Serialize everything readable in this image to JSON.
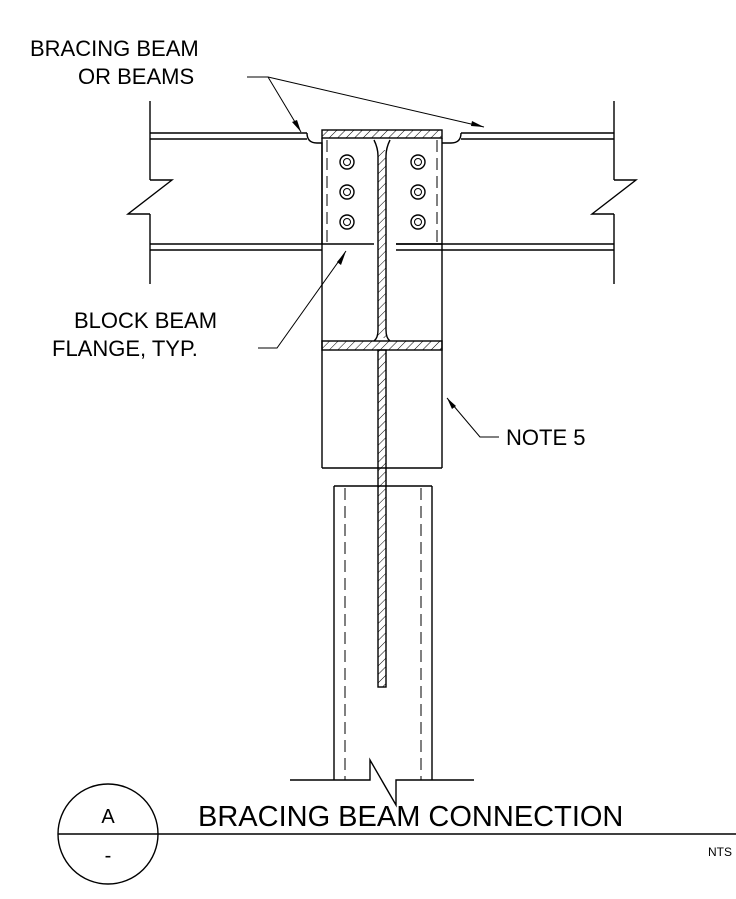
{
  "labels": {
    "bracing_line1": "BRACING BEAM",
    "bracing_line2": "OR BEAMS",
    "block_line1": "BLOCK BEAM",
    "block_line2": "FLANGE, TYP.",
    "note": "NOTE 5"
  },
  "title_block": {
    "detail_letter": "A",
    "sheet_ref": "-",
    "title": "BRACING BEAM CONNECTION",
    "scale": "NTS"
  }
}
